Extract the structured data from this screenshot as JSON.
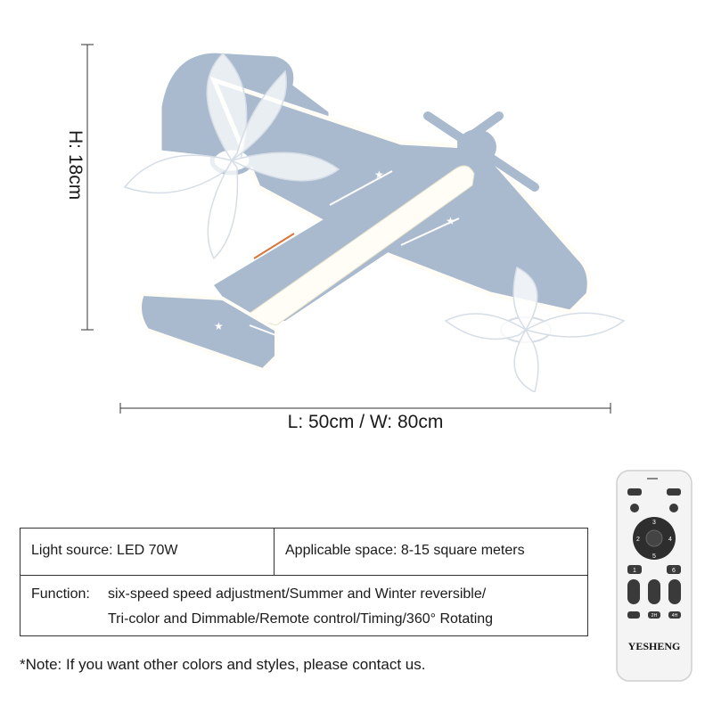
{
  "dimensions": {
    "height_label": "H: 18cm",
    "length_width_label": "L: 50cm / W: 80cm"
  },
  "specs": {
    "light_source": "Light source: LED 70W",
    "applicable_space": "Applicable space: 8-15 square meters",
    "function_label": "Function:",
    "function_line1": "six-speed speed adjustment/Summer and Winter reversible/",
    "function_line2": "Tri-color and Dimmable/Remote control/Timing/360° Rotating"
  },
  "note": "*Note: If you want other colors and styles, please contact us.",
  "remote": {
    "brand": "YESHENG",
    "nav_top": "3",
    "nav_left": "2",
    "nav_right": "4",
    "nav_bottom": "5",
    "key_1": "1",
    "key_6": "6",
    "key_2h": "2H",
    "key_4h": "4H"
  },
  "colors": {
    "plane_body": "#a9bacf",
    "light_strip": "#fffdf5",
    "remote_body": "#f4f4f4",
    "remote_keys": "#3a3a3a"
  }
}
